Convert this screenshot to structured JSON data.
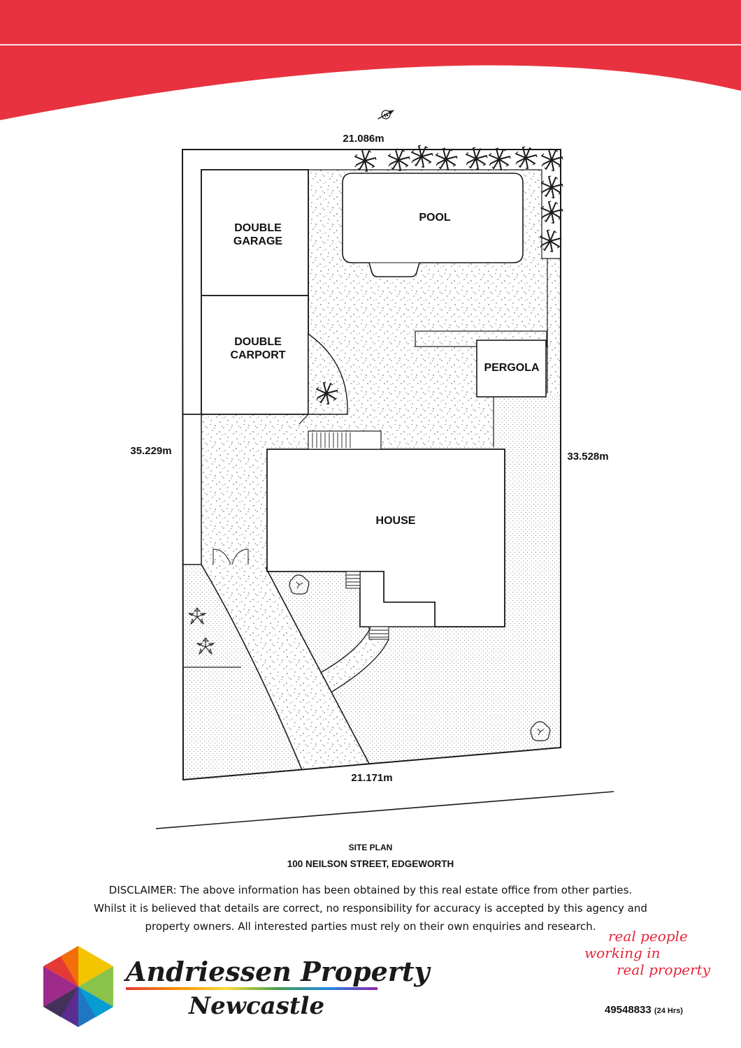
{
  "colors": {
    "banner": "#e8323f",
    "line": "#1a1a1a",
    "accent": "#e3263a"
  },
  "compass": {
    "icon": "north-arrow-icon",
    "letter": "N"
  },
  "dimensions": {
    "top": "21.086m",
    "left": "35.229m",
    "right": "33.528m",
    "bottom": "21.171m"
  },
  "rooms": {
    "garage_line1": "DOUBLE",
    "garage_line2": "GARAGE",
    "carport_line1": "DOUBLE",
    "carport_line2": "CARPORT",
    "pool": "POOL",
    "pergola": "PERGOLA",
    "house": "HOUSE"
  },
  "footer": {
    "plan_title": "SITE PLAN",
    "address": "100  NEILSON STREET, EDGEWORTH",
    "disclaimer_lines": [
      "DISCLAIMER: The above information has been obtained by this real estate office from other parties.",
      "Whilst it is believed that details are correct, no responsibility for accuracy is accepted by this agency and",
      "property owners. All interested parties must rely on their own enquiries and research."
    ]
  },
  "brand": {
    "logo_icon": "cube-logo-icon",
    "name": "Andriessen Property",
    "subname": "Newcastle",
    "tagline": [
      "real people",
      "working in",
      "real property"
    ],
    "phone": "49548833",
    "phone_note": "(24 Hrs)"
  }
}
